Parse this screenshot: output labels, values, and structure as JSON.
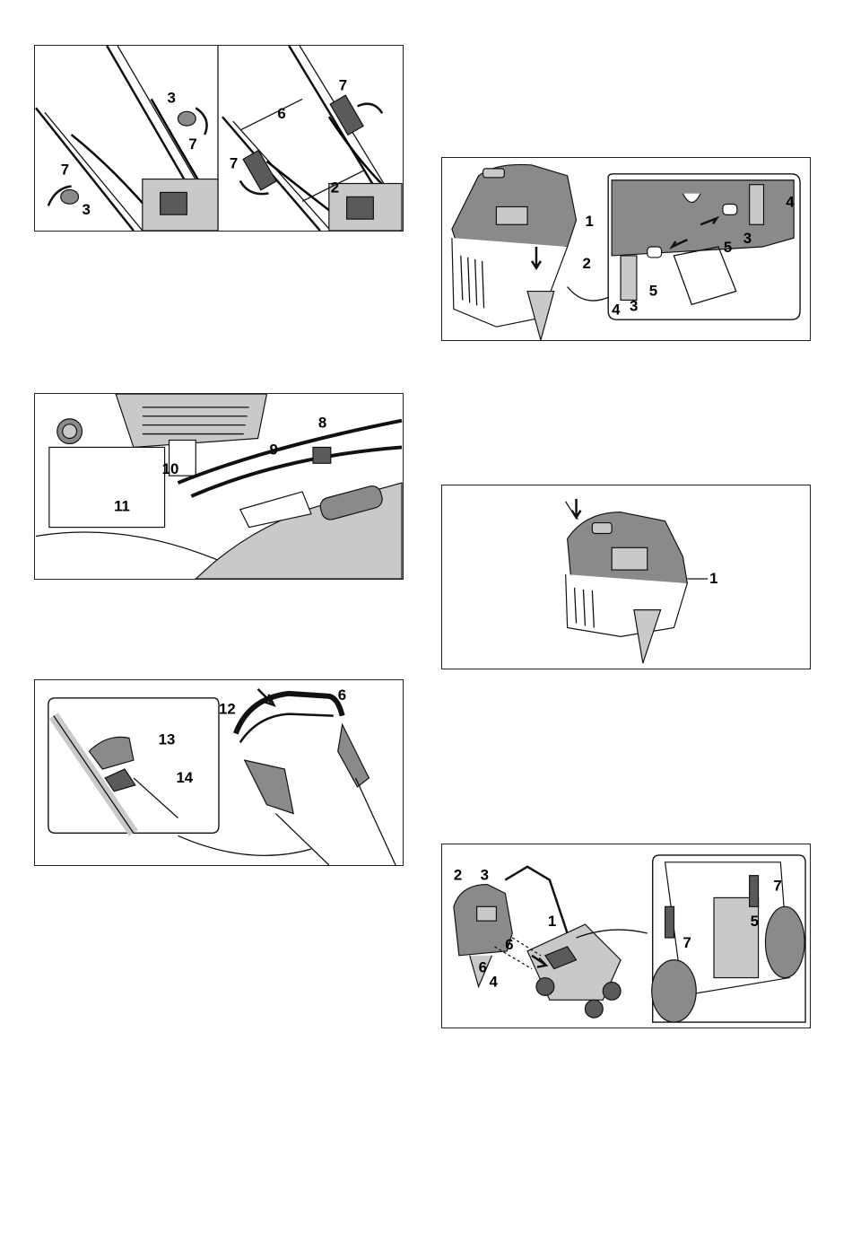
{
  "figure1": {
    "labels": [
      "7",
      "3",
      "3",
      "7",
      "6",
      "7",
      "7",
      "2"
    ]
  },
  "figure2": {
    "labels": [
      "1",
      "2",
      "4",
      "3",
      "5",
      "3",
      "4",
      "5"
    ]
  },
  "figure3": {
    "labels": [
      "10",
      "11",
      "9",
      "8"
    ]
  },
  "figure4": {
    "labels": [
      "1"
    ]
  },
  "figure5": {
    "labels": [
      "13",
      "14",
      "12",
      "6"
    ]
  },
  "figure6": {
    "labels": [
      "2",
      "3",
      "1",
      "6",
      "6",
      "4",
      "7",
      "5",
      "7"
    ]
  }
}
